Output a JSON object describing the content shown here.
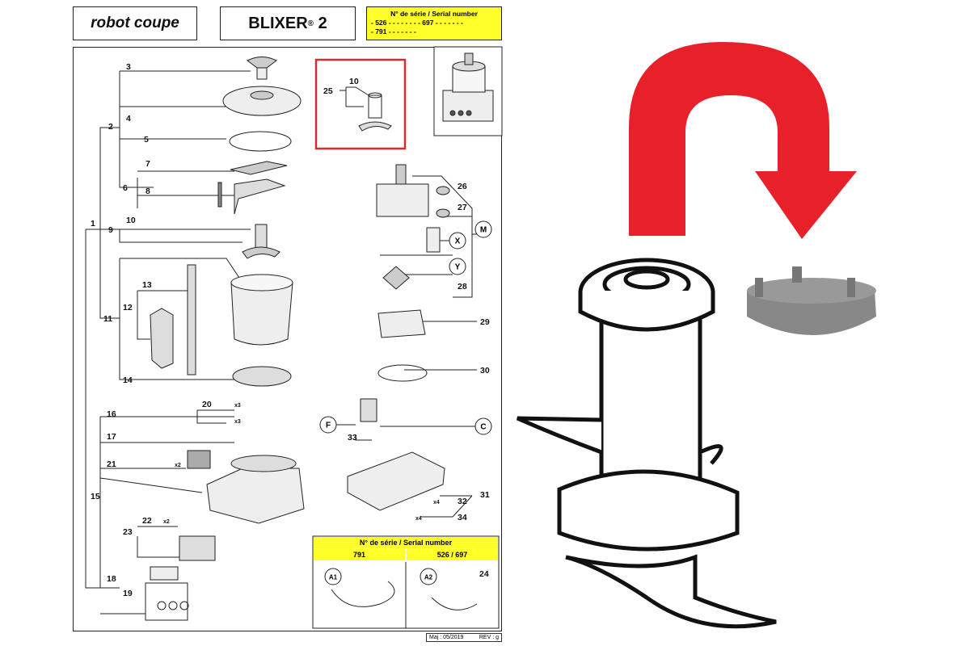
{
  "header": {
    "brand": "robot coupe",
    "model_name": "BLIXER",
    "model_superscript": "®",
    "model_number": "2",
    "serial_box": {
      "title": "N° de série / Serial number",
      "line1": "- 526 - - - - -   - -      - 697 - - - - -   - -",
      "line2": "- 791 - - - - -   - -"
    }
  },
  "callouts": [
    "1",
    "2",
    "3",
    "4",
    "5",
    "6",
    "7",
    "8",
    "9",
    "10",
    "11",
    "12",
    "13",
    "14",
    "15",
    "16",
    "17",
    "18",
    "19",
    "20",
    "21",
    "22",
    "23",
    "24",
    "25",
    "26",
    "27",
    "28",
    "29",
    "30",
    "31",
    "32",
    "33",
    "34"
  ],
  "letters": [
    "M",
    "X",
    "Y",
    "F",
    "C",
    "A1",
    "A2"
  ],
  "inset": {
    "title": "N° de série / Serial number",
    "col1": "791",
    "col2": "526 / 697"
  },
  "multipliers": {
    "x3a": "x3",
    "x3b": "x3",
    "x2a": "x2",
    "x2b": "x2",
    "x4a": "x4",
    "x4b": "x4"
  },
  "highlight": {
    "parts": "25 / 10",
    "color": "#d42d2d"
  },
  "arrow": {
    "color": "#e8202a"
  },
  "footer": {
    "date": "Maj : 05/2019",
    "rev": "REV : g"
  }
}
